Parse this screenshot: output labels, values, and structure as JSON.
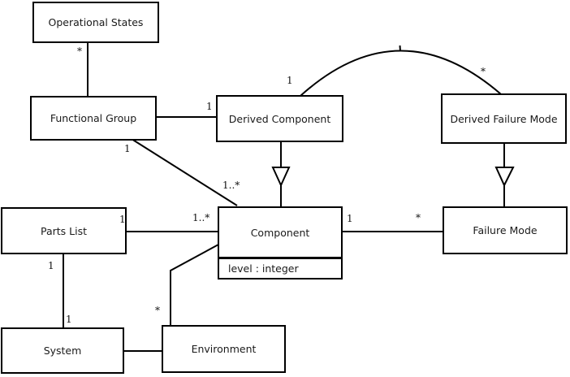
{
  "diagram_type": "uml-class-diagram",
  "background_color": "#ffffff",
  "stroke_color": "#000000",
  "classes": {
    "operational_states": {
      "title": "Operational States"
    },
    "functional_group": {
      "title": "Functional Group"
    },
    "derived_component": {
      "title": "Derived Component"
    },
    "derived_failure_mode": {
      "title": "Derived Failure Mode"
    },
    "parts_list": {
      "title": "Parts List"
    },
    "component": {
      "title": "Component",
      "attribute": "level : integer"
    },
    "failure_mode": {
      "title": "Failure Mode"
    },
    "system": {
      "title": "System"
    },
    "environment": {
      "title": "Environment"
    }
  },
  "relationships": [
    {
      "a": "operational_states",
      "b": "functional_group",
      "type": "association",
      "a_label": "*"
    },
    {
      "a": "functional_group",
      "b": "derived_component",
      "type": "association",
      "b_label": "1"
    },
    {
      "a": "functional_group",
      "b": "component",
      "type": "association",
      "a_label": "1",
      "b_label": "1..*"
    },
    {
      "a": "parts_list",
      "b": "component",
      "type": "association",
      "a_label": "1",
      "b_label": "1..*"
    },
    {
      "a": "component",
      "b": "failure_mode",
      "type": "association",
      "a_label": "1",
      "b_label": "*"
    },
    {
      "a": "parts_list",
      "b": "system",
      "type": "association",
      "a_label": "1",
      "b_label": "1"
    },
    {
      "a": "system",
      "b": "environment",
      "type": "association"
    },
    {
      "a": "environment",
      "b": "component",
      "type": "association",
      "a_label": "*"
    },
    {
      "a": "derived_component",
      "b": "derived_failure_mode",
      "type": "association",
      "a_label": "1",
      "b_label": "*"
    },
    {
      "a": "derived_component",
      "b": "component",
      "type": "generalization"
    },
    {
      "a": "derived_failure_mode",
      "b": "failure_mode",
      "type": "generalization"
    }
  ]
}
